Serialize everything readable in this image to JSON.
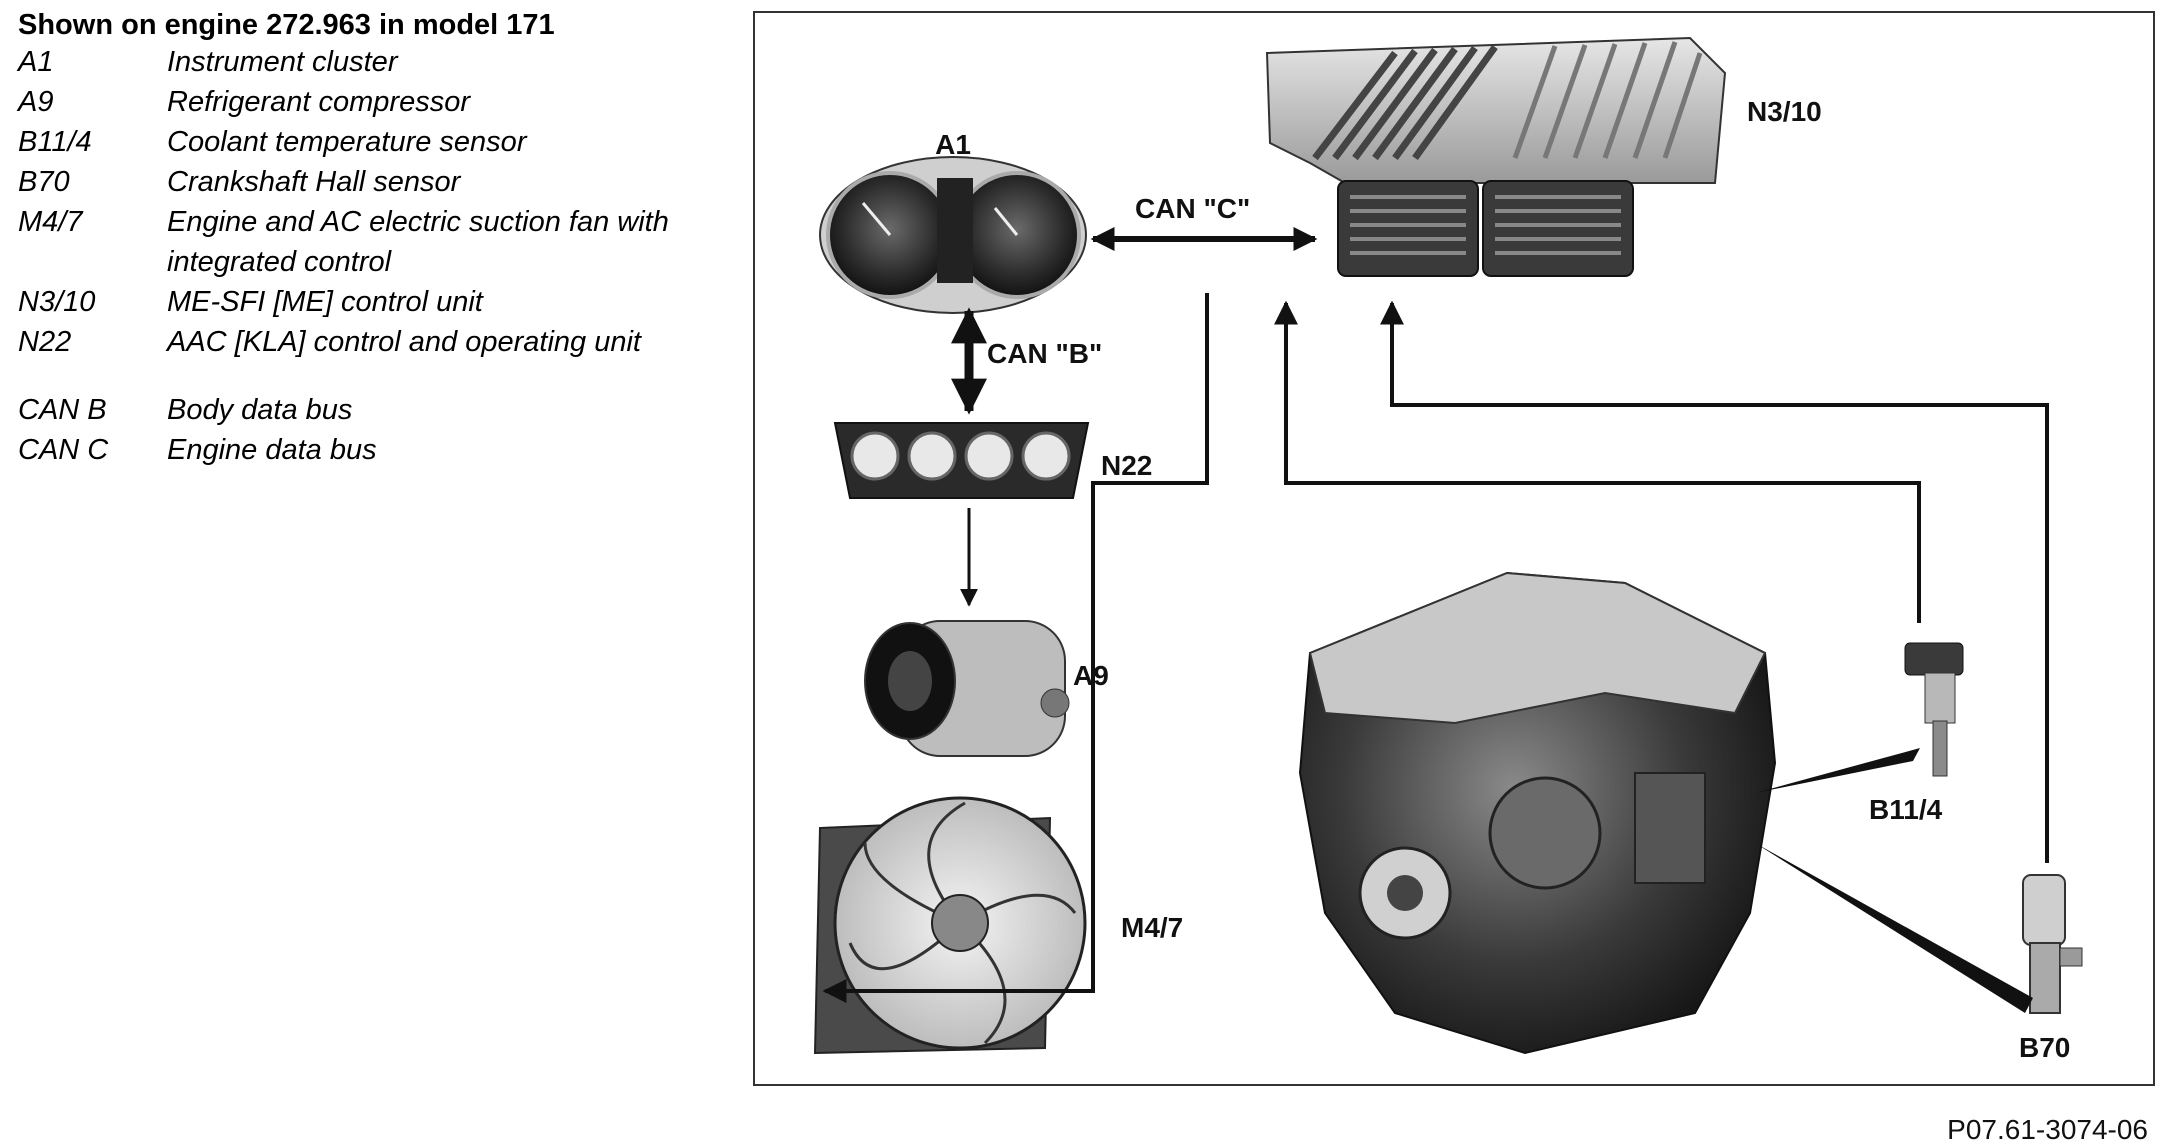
{
  "legend": {
    "title": "Shown on engine 272.963 in model 171",
    "items": [
      {
        "code": "A1",
        "desc": "Instrument cluster"
      },
      {
        "code": "A9",
        "desc": "Refrigerant compressor"
      },
      {
        "code": "B11/4",
        "desc": "Coolant temperature sensor"
      },
      {
        "code": "B70",
        "desc": "Crankshaft Hall sensor"
      },
      {
        "code": "M4/7",
        "desc": "Engine and AC electric suction fan with integrated control"
      },
      {
        "code": "N3/10",
        "desc": "ME-SFI [ME] control unit"
      },
      {
        "code": "N22",
        "desc": "AAC [KLA] control and operating unit"
      }
    ],
    "bus_items": [
      {
        "code": "CAN B",
        "desc": "Body data bus"
      },
      {
        "code": "CAN C",
        "desc": "Engine data bus"
      }
    ]
  },
  "diagram": {
    "labels": {
      "a1": "A1",
      "n3_10": "N3/10",
      "can_c": "CAN \"C\"",
      "can_b": "CAN \"B\"",
      "n22": "N22",
      "a9": "A9",
      "m4_7": "M4/7",
      "b11_4": "B11/4",
      "b70": "B70"
    }
  },
  "document_id": "P07.61-3074-06"
}
